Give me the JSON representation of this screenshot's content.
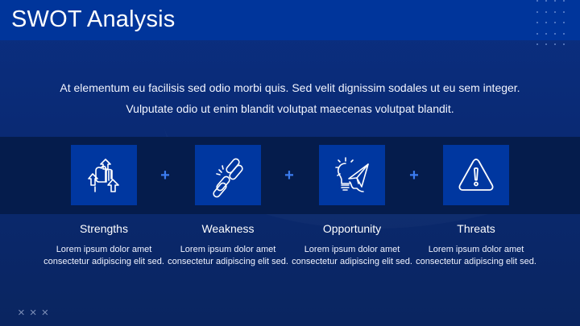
{
  "slide": {
    "title": "SWOT Analysis",
    "intro": "At elementum eu facilisis sed odio morbi quis. Sed velit dignissim sodales ut eu sem integer. Vulputate odio ut enim blandit volutpat maecenas volutpat blandit.",
    "separator": "+",
    "decor_marks": "×××",
    "colors": {
      "header": "#00359b",
      "background": "#0a2a74",
      "band": "#051c4c",
      "icon_box": "#0037a0",
      "plus": "#3b7cf0"
    },
    "items": [
      {
        "title": "Strengths",
        "icon": "fist-arrows-up-icon",
        "description": "Lorem ipsum dolor amet consectetur adipiscing elit sed."
      },
      {
        "title": "Weakness",
        "icon": "broken-chain-icon",
        "description": "Lorem ipsum dolor amet consectetur adipiscing elit sed."
      },
      {
        "title": "Opportunity",
        "icon": "lightbulb-paper-plane-icon",
        "description": "Lorem ipsum dolor amet consectetur adipiscing elit sed."
      },
      {
        "title": "Threats",
        "icon": "warning-triangle-icon",
        "description": "Lorem ipsum dolor amet consectetur adipiscing elit sed."
      }
    ]
  }
}
